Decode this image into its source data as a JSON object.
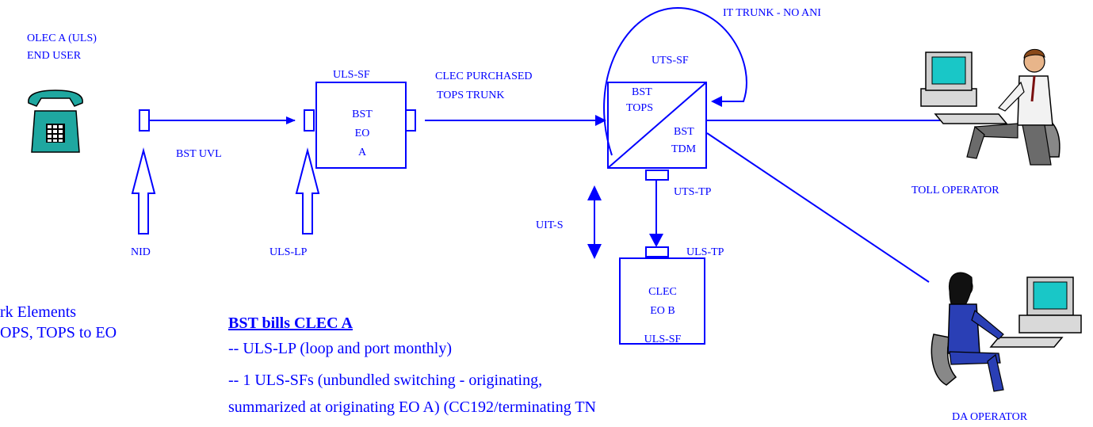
{
  "diagram": {
    "top_left_label_line1": "OLEC A (ULS)",
    "top_left_label_line2": "END USER",
    "nid_label": "NID",
    "bst_uvl_label": "BST UVL",
    "uls_lp_label": "ULS-LP",
    "eo_a_box": {
      "top_label": "ULS-SF",
      "line1": "BST",
      "line2": "EO",
      "line3": "A"
    },
    "clec_trunk_label_line1": "CLEC PURCHASED",
    "clec_trunk_label_line2": "TOPS TRUNK",
    "it_trunk_label": "IT TRUNK - NO ANI",
    "tops_box": {
      "top_label": "UTS-SF",
      "tops_line1": "BST",
      "tops_line2": "TOPS",
      "tdm_line1": "BST",
      "tdm_line2": "TDM"
    },
    "uts_tp_label": "UTS-TP",
    "uit_s_label": "UIT-S",
    "uls_tp_label": "ULS-TP",
    "clec_eo_b_box": {
      "line1": "CLEC",
      "line2": "EO B",
      "line3": "ULS-SF"
    },
    "toll_operator_label": "TOLL OPERATOR",
    "da_operator_label": "DA OPERATOR",
    "left_partial_line1": "rk Elements",
    "left_partial_line2": "OPS, TOPS to EO",
    "billing": {
      "title": "BST bills CLEC A",
      "line1": "-- ULS-LP (loop and port monthly)",
      "line2": "-- 1 ULS-SFs (unbundled switching -  originating,",
      "line3": "summarized at originating EO A) (CC192/terminating TN"
    }
  },
  "icons": {
    "phone": "telephone-icon",
    "toll_operator": "toll-operator-workstation-icon",
    "da_operator": "da-operator-workstation-icon"
  },
  "colors": {
    "line": "#0000ff",
    "phone_teal": "#1fa7a0",
    "monitor_screen": "#19c7c7"
  }
}
